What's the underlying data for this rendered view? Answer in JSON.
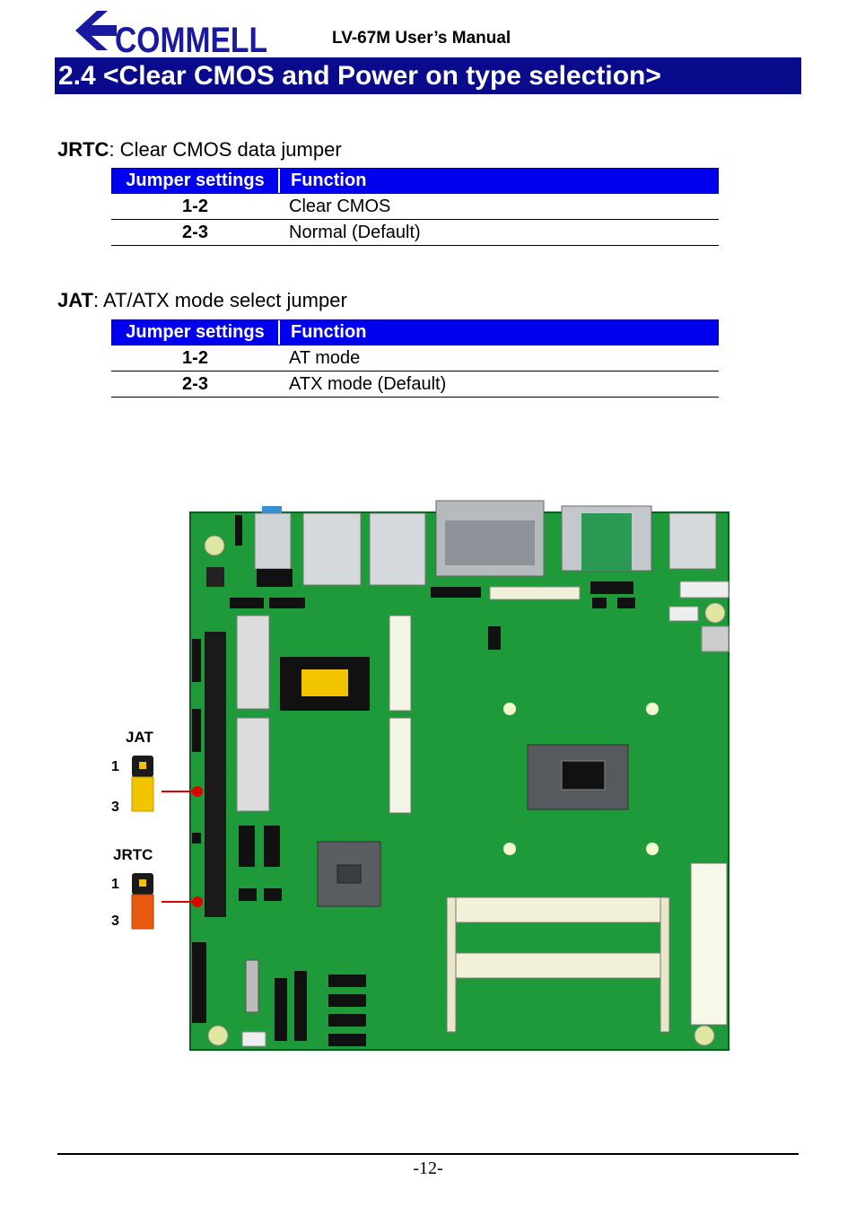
{
  "header": {
    "logo_text": "COMMELL",
    "manual_title": "LV-67M User’s Manual",
    "section_title": "2.4 <Clear CMOS and Power on type selection>"
  },
  "jrtc": {
    "name": "JRTC",
    "description": ": Clear CMOS data jumper",
    "table": {
      "headers": [
        "Jumper settings",
        "Function"
      ],
      "rows": [
        {
          "setting": "1-2",
          "function": "Clear CMOS"
        },
        {
          "setting": "2-3",
          "function": "Normal (Default)"
        }
      ]
    }
  },
  "jat": {
    "name": "JAT",
    "description": ": AT/ATX mode select jumper",
    "table": {
      "headers": [
        "Jumper settings",
        "Function"
      ],
      "rows": [
        {
          "setting": "1-2",
          "function": "AT mode"
        },
        {
          "setting": "2-3",
          "function": "ATX mode (Default)"
        }
      ]
    }
  },
  "diagram": {
    "jat_label": "JAT",
    "jrtc_label": "JRTC",
    "pin1": "1",
    "pin3": "3"
  },
  "colors": {
    "section_bar": "#0a0a8c",
    "table_header": "#0000ee",
    "board_green": "#1e9a3a",
    "callout_red": "#e00000",
    "jat_jumper": "#f2c400",
    "jrtc_jumper": "#e85a10"
  },
  "footer": {
    "page_number": "-12-"
  }
}
